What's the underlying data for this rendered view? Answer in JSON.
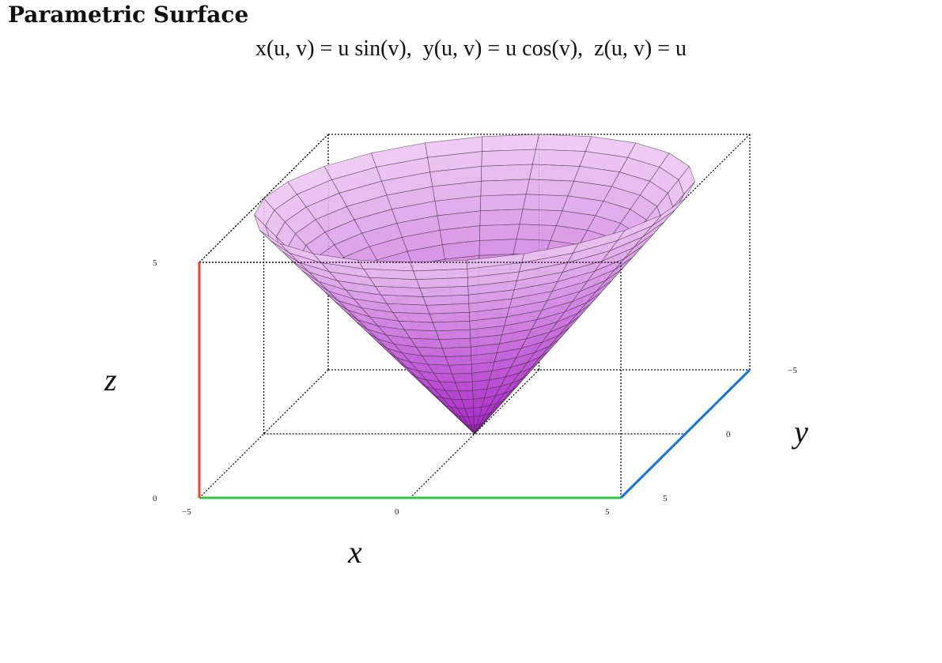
{
  "title": "Parametric Surface",
  "formula": {
    "x_part": "x(u, v) = u sin(v),",
    "y_part": "y(u, v) = u cos(v),",
    "z_part": "z(u, v) = u"
  },
  "chart_data": {
    "type": "surface3d",
    "surface": "cone",
    "x_expr": "u sin(v)",
    "y_expr": "u cos(v)",
    "z_expr": "u",
    "u_range": [
      0,
      5
    ],
    "v_range": [
      0,
      6.283
    ],
    "u_steps": 20,
    "v_steps": 24,
    "xlabel": "x",
    "ylabel": "y",
    "zlabel": "z",
    "xlim": [
      -5,
      5
    ],
    "ylim": [
      -5,
      5
    ],
    "zlim": [
      0,
      5
    ],
    "x_ticks": [
      "−5",
      "0",
      "5"
    ],
    "y_ticks": [
      "−5",
      "0",
      "5"
    ],
    "z_ticks": [
      "0",
      "5"
    ],
    "surface_color_top": "#ecc8f2",
    "surface_color_bottom": "#a820c8",
    "x_axis_color": "#33c24a",
    "y_axis_color": "#1a73d4",
    "z_axis_color": "#f04030",
    "box_style": "dotted"
  }
}
